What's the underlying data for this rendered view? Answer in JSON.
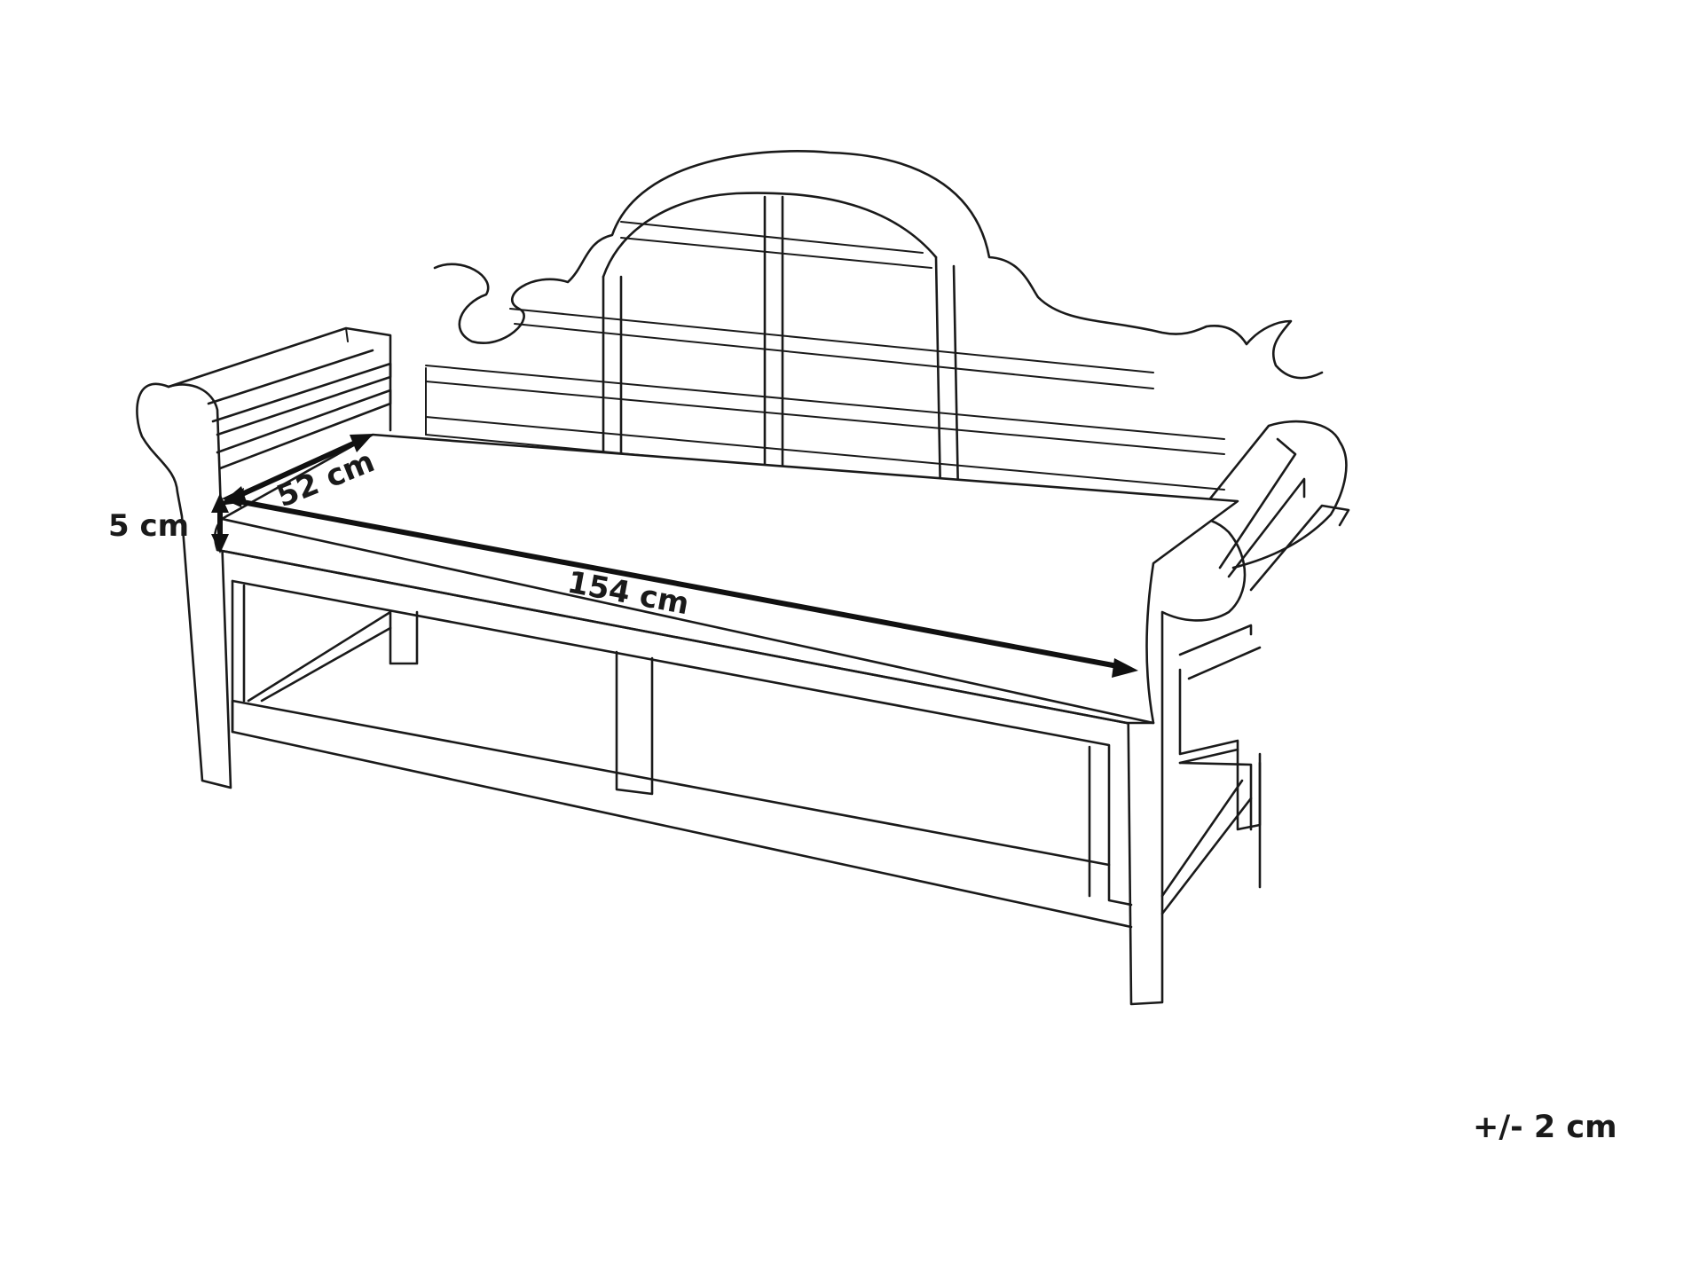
{
  "dimensions": {
    "depth_label": "52 cm",
    "height_label": "5 cm",
    "width_label": "154 cm"
  },
  "tolerance_label": "+/- 2 cm",
  "colors": {
    "line": "#1a1a1a",
    "background": "#ffffff"
  }
}
